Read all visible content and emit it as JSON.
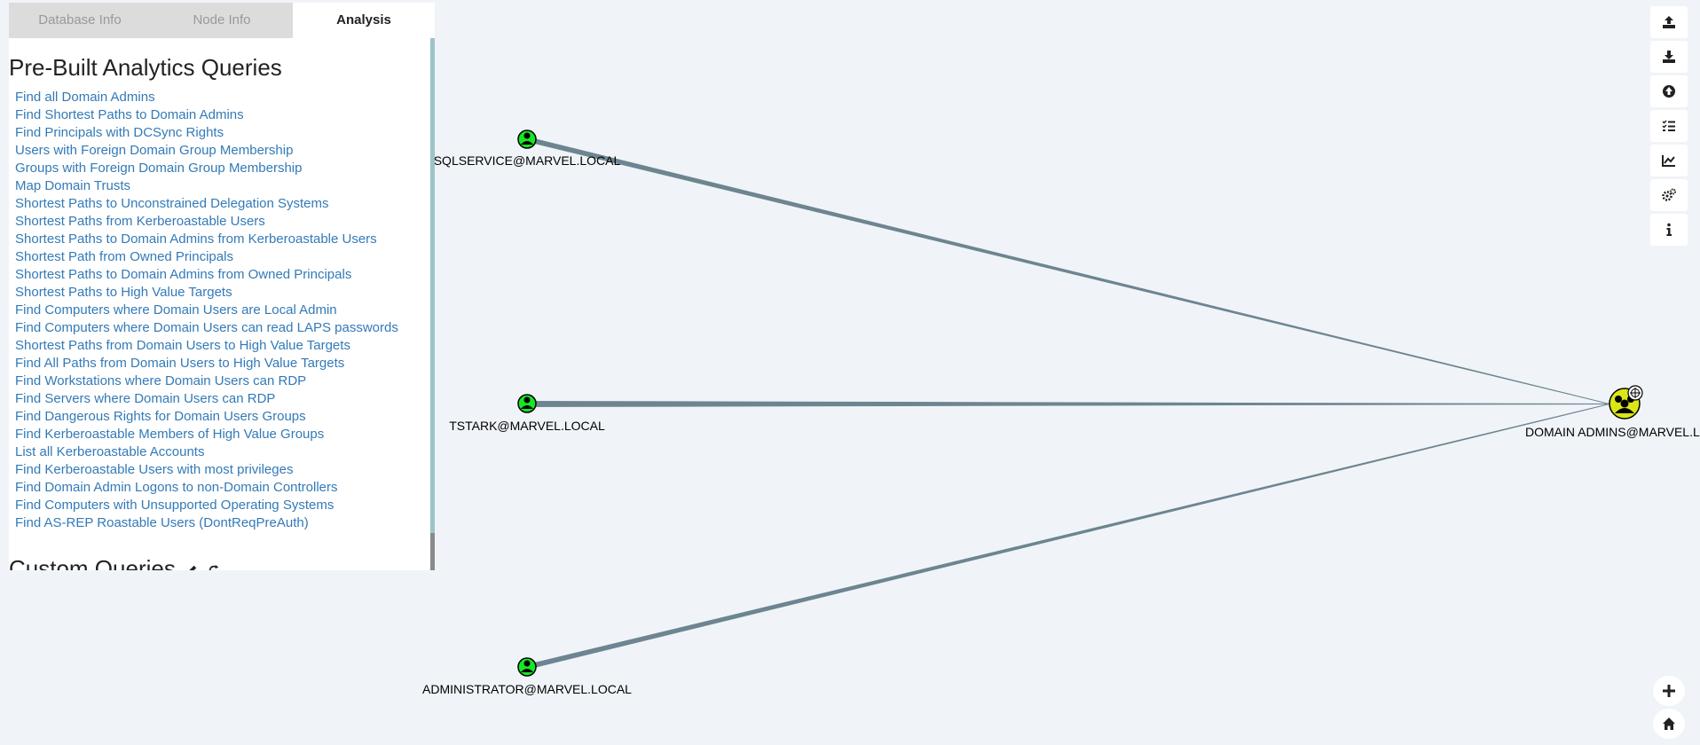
{
  "tabs": [
    {
      "label": "Database Info",
      "active": false
    },
    {
      "label": "Node Info",
      "active": false
    },
    {
      "label": "Analysis",
      "active": true
    }
  ],
  "analysis": {
    "title": "Pre-Built Analytics Queries",
    "queries": [
      "Find all Domain Admins",
      "Find Shortest Paths to Domain Admins",
      "Find Principals with DCSync Rights",
      "Users with Foreign Domain Group Membership",
      "Groups with Foreign Domain Group Membership",
      "Map Domain Trusts",
      "Shortest Paths to Unconstrained Delegation Systems",
      "Shortest Paths from Kerberoastable Users",
      "Shortest Paths to Domain Admins from Kerberoastable Users",
      "Shortest Path from Owned Principals",
      "Shortest Paths to Domain Admins from Owned Principals",
      "Shortest Paths to High Value Targets",
      "Find Computers where Domain Users are Local Admin",
      "Find Computers where Domain Users can read LAPS passwords",
      "Shortest Paths from Domain Users to High Value Targets",
      "Find All Paths from Domain Users to High Value Targets",
      "Find Workstations where Domain Users can RDP",
      "Find Servers where Domain Users can RDP",
      "Find Dangerous Rights for Domain Users Groups",
      "Find Kerberoastable Members of High Value Groups",
      "List all Kerberoastable Accounts",
      "Find Kerberoastable Users with most privileges",
      "Find Domain Admin Logons to non-Domain Controllers",
      "Find Computers with Unsupported Operating Systems",
      "Find AS-REP Roastable Users (DontReqPreAuth)"
    ],
    "custom_title": "Custom Queries"
  },
  "graph": {
    "nodes": [
      {
        "id": "sqlservice",
        "label": "SQLSERVICE@MARVEL.LOCAL",
        "type": "user"
      },
      {
        "id": "tstark",
        "label": "TSTARK@MARVEL.LOCAL",
        "type": "user"
      },
      {
        "id": "administrator",
        "label": "ADMINISTRATOR@MARVEL.LOCAL",
        "type": "user"
      },
      {
        "id": "domainadmins",
        "label": "DOMAIN ADMINS@MARVEL.LOCAL",
        "type": "group",
        "high_value": true
      }
    ],
    "edges": [
      {
        "from": "sqlservice",
        "to": "domainadmins"
      },
      {
        "from": "tstark",
        "to": "domainadmins"
      },
      {
        "from": "administrator",
        "to": "domainadmins"
      }
    ]
  },
  "toolbar": {
    "buttons": [
      {
        "icon": "upload-icon"
      },
      {
        "icon": "download-icon"
      },
      {
        "icon": "import-circle-icon"
      },
      {
        "icon": "list-icon"
      },
      {
        "icon": "chart-line-icon"
      },
      {
        "icon": "gears-icon"
      },
      {
        "icon": "info-icon"
      }
    ]
  },
  "zoom": {
    "buttons": [
      {
        "icon": "plus-icon"
      },
      {
        "icon": "home-icon"
      }
    ]
  },
  "colors": {
    "user_node": "#17e625",
    "group_node": "#dbe617",
    "edge": "#6d8591",
    "link": "#337ab7"
  }
}
